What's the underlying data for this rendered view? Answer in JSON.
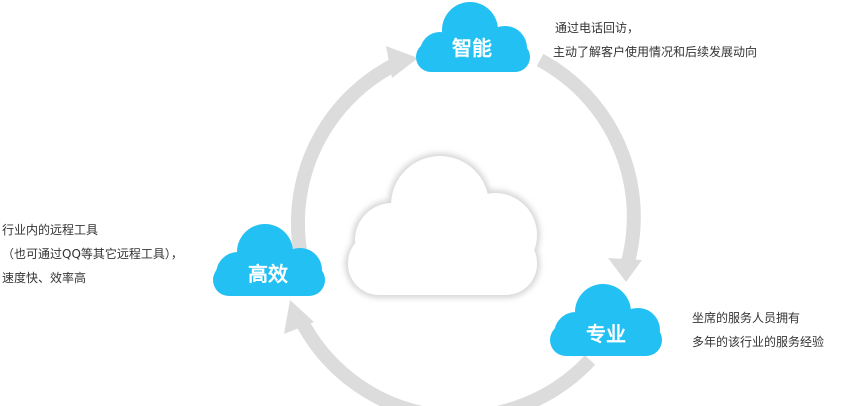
{
  "colors": {
    "cloud": "#22c0f3",
    "ring": "#dcdcdc"
  },
  "nodes": {
    "smart": {
      "label": "智能",
      "lines": [
        "通过电话回访，",
        "主动了解客户使用情况和后续发展动向"
      ]
    },
    "professional": {
      "label": "专业",
      "lines": [
        "坐席的服务人员拥有",
        "多年的该行业的服务经验"
      ]
    },
    "efficient": {
      "label": "高效",
      "lines": [
        "行业内的远程工具",
        "（也可通过QQ等其它远程工具），",
        "速度快、效率高"
      ]
    }
  }
}
